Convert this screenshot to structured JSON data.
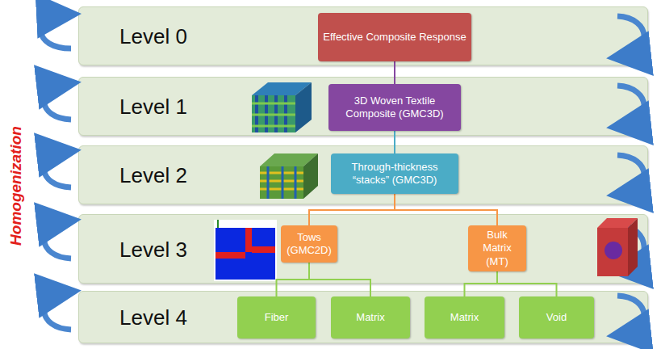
{
  "diagram": {
    "nodes": [
      {
        "text": [
          "Level 0"
        ]
      },
      {
        "text": [
          "Effective Composite Response"
        ],
        "in": 0
      },
      {
        "text": [
          "Level 1"
        ]
      },
      {
        "text": [
          "3D Woven Textile Composite (GMC3D)"
        ],
        "in": 2
      },
      {
        "text": [
          "Level 2"
        ]
      },
      {
        "text": [
          "Through-thickness “stacks” (GMC3D)"
        ],
        "in": 4
      },
      {
        "text": [
          "Level 3"
        ]
      },
      {
        "text": [
          "Tows (GMC2D)"
        ],
        "in": 6
      },
      {
        "text": [
          "Bulk Matrix (MT)"
        ],
        "in": 6
      },
      {
        "text": [
          "Level 4"
        ]
      },
      {
        "text": [
          "Fiber"
        ],
        "in": 9
      },
      {
        "text": [
          "Matrix"
        ],
        "in": 9
      },
      {
        "text": [
          "Matrix"
        ],
        "in": 9
      },
      {
        "text": [
          "Void"
        ],
        "in": 9
      }
    ],
    "edges": [
      {
        "from": 1,
        "to": 3,
        "arrow": "none"
      },
      {
        "from": 3,
        "to": 5,
        "arrow": "none"
      },
      {
        "from": 5,
        "to": 7,
        "arrow": "none"
      },
      {
        "from": 5,
        "to": 8,
        "arrow": "none"
      },
      {
        "from": 7,
        "to": 10,
        "arrow": "none"
      },
      {
        "from": 7,
        "to": 11,
        "arrow": "none"
      },
      {
        "from": 8,
        "to": 12,
        "arrow": "none"
      },
      {
        "from": 8,
        "to": 13,
        "arrow": "none"
      }
    ],
    "labels": [
      "Homogenization"
    ]
  }
}
